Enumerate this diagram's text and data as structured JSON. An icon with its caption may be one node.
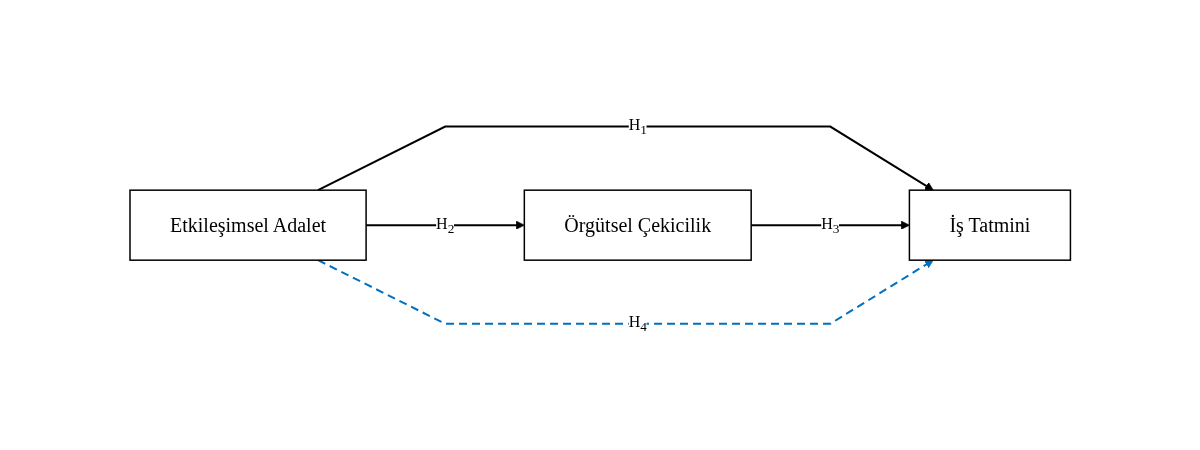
{
  "diagram": {
    "nodes": [
      {
        "text": [
          "Örgütsel Çekicilik"
        ]
      },
      {
        "text": [
          "Etkileşimsel Adalet"
        ]
      },
      {
        "text": [
          "İş Tatmini"
        ]
      }
    ],
    "edges": [
      {
        "from": 1,
        "to": 2,
        "arrow": "to",
        "label": "H$_{1}$"
      },
      {
        "from": 1,
        "to": 0,
        "arrow": "to",
        "label": "H$_{2}$"
      },
      {
        "from": 0,
        "to": 2,
        "arrow": "to",
        "label": "H$_{3}$"
      },
      {
        "from": 1,
        "to": 2,
        "arrow": "to",
        "label": "H$_{4}$",
        "style": "dashed",
        "color": "#0070c0"
      }
    ]
  }
}
